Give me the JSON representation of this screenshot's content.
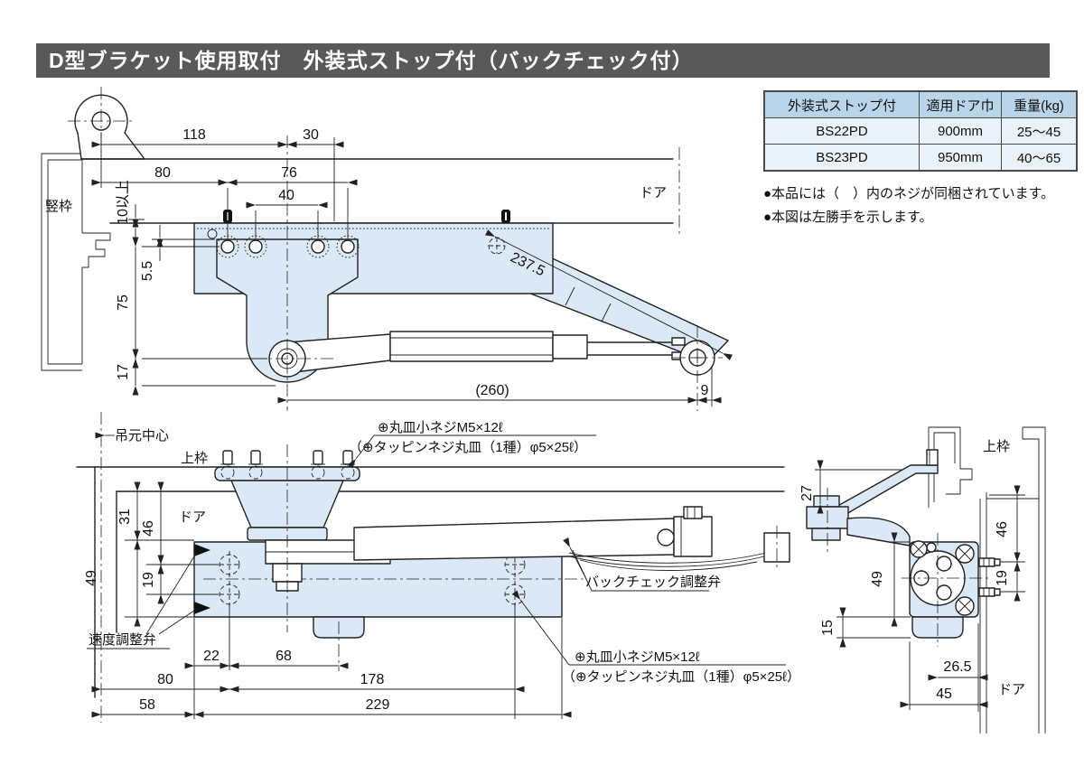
{
  "header": {
    "title": "D型ブラケット使用取付　外装式ストップ付（バックチェック付）"
  },
  "spec_table": {
    "headers": [
      "外装式ストップ付",
      "適用ドア巾",
      "重量(kg)"
    ],
    "rows": [
      {
        "model": "BS22PD",
        "door_width": "900mm",
        "weight": "25〜45"
      },
      {
        "model": "BS23PD",
        "door_width": "950mm",
        "weight": "40〜65"
      }
    ]
  },
  "notes": {
    "items": [
      "●本品には（　）内のネジが同梱されています。",
      "●本図は左勝手を示します。"
    ]
  },
  "plan_view": {
    "labels": {
      "frame": "竪枠",
      "door": "ドア",
      "min_clearance": "10以上"
    },
    "dims": {
      "d118": "118",
      "d30": "30",
      "d80": "80",
      "d76": "76",
      "d40": "40",
      "d55": "5.5",
      "d75": "75",
      "d17": "17",
      "d2375": "237.5",
      "d260": "(260)",
      "d9": "9"
    }
  },
  "front_view": {
    "labels": {
      "hinge_center": "吊元中心",
      "top_frame": "上枠",
      "door": "ドア",
      "speed_valve": "速度調整弁",
      "backcheck_valve": "バックチェック調整弁",
      "screw_note1": "⊕丸皿小ネジM5×12ℓ",
      "screw_note2": "（⊕タッピンネジ丸皿（1種）φ5×25ℓ）"
    },
    "dims": {
      "d31": "31",
      "d46": "46",
      "d49": "49",
      "d19": "19",
      "d22": "22",
      "d68": "68",
      "d80": "80",
      "d178": "178",
      "d58": "58",
      "d229": "229"
    }
  },
  "side_view": {
    "labels": {
      "top_frame": "上枠",
      "door": "ドア"
    },
    "dims": {
      "d27": "27",
      "d46": "46",
      "d49": "49",
      "d19": "19",
      "d15": "15",
      "d265": "26.5",
      "d45": "45"
    }
  },
  "colors": {
    "header_bg": "#595959",
    "header_text": "#ffffff",
    "body_fill": "#dbe9f6",
    "table_header_bg": "#b9d5e9",
    "table_row_bg": "#e9f2f9",
    "line": "#222222"
  }
}
